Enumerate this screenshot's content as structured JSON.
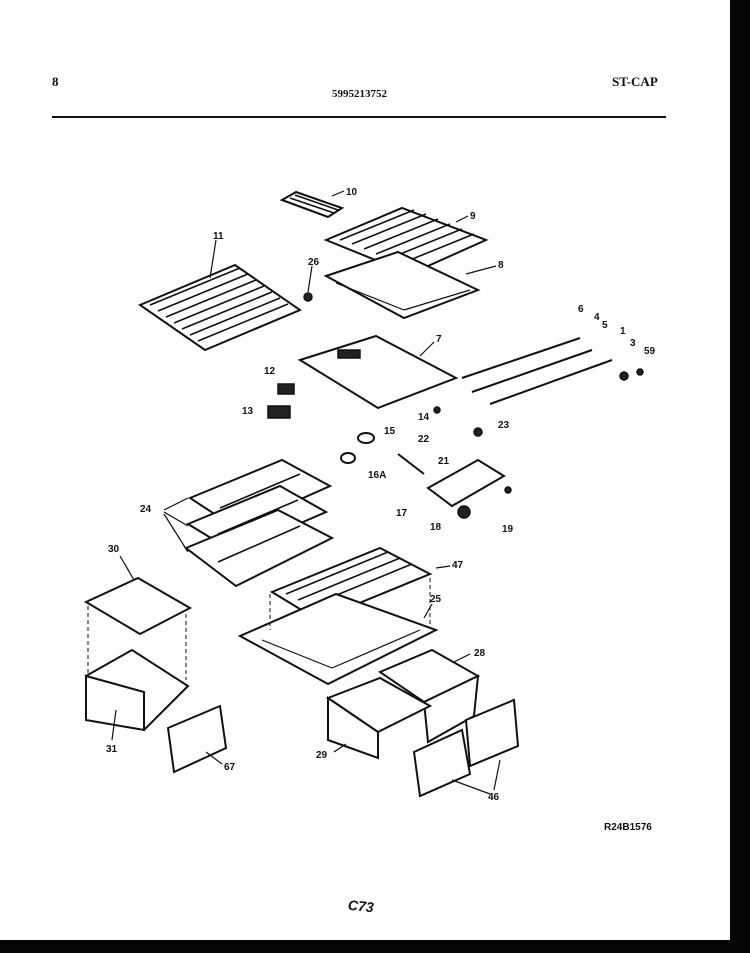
{
  "header": {
    "page_number": "8",
    "part_number": "5995213752",
    "model_code": "ST-CAP"
  },
  "footer": {
    "reference_code": "R24B1576",
    "page_code": "C73"
  },
  "callouts": [
    "10",
    "9",
    "11",
    "26",
    "8",
    "6",
    "4",
    "5",
    "1",
    "3",
    "59",
    "7",
    "12",
    "13",
    "14",
    "15",
    "16A",
    "22",
    "23",
    "21",
    "17",
    "18",
    "19",
    "24",
    "30",
    "47",
    "25",
    "28",
    "31",
    "67",
    "29",
    "46"
  ]
}
